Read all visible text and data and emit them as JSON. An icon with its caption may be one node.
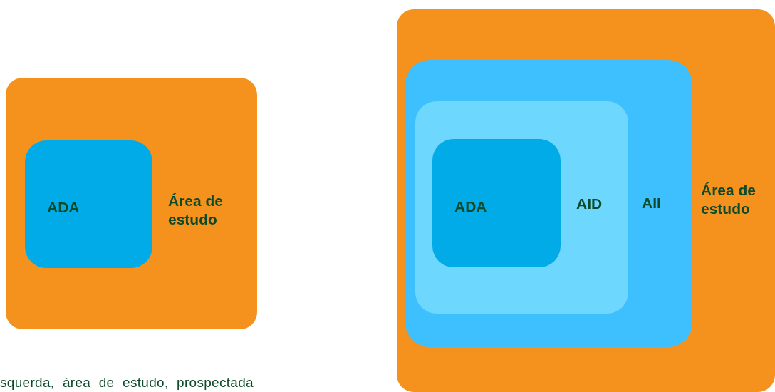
{
  "diagram": {
    "nodes": [
      {
        "text": [
          "Área de estudo"
        ]
      },
      {
        "text": [
          "ADA"
        ],
        "in": 0
      },
      {
        "text": [
          "Área de estudo"
        ]
      },
      {
        "text": [
          "AII"
        ],
        "in": 2
      },
      {
        "text": [
          "AID"
        ],
        "in": 3
      },
      {
        "text": [
          "ADA"
        ],
        "in": 4
      }
    ],
    "labels": [
      "squerda, área de estudo, prospectada"
    ]
  }
}
